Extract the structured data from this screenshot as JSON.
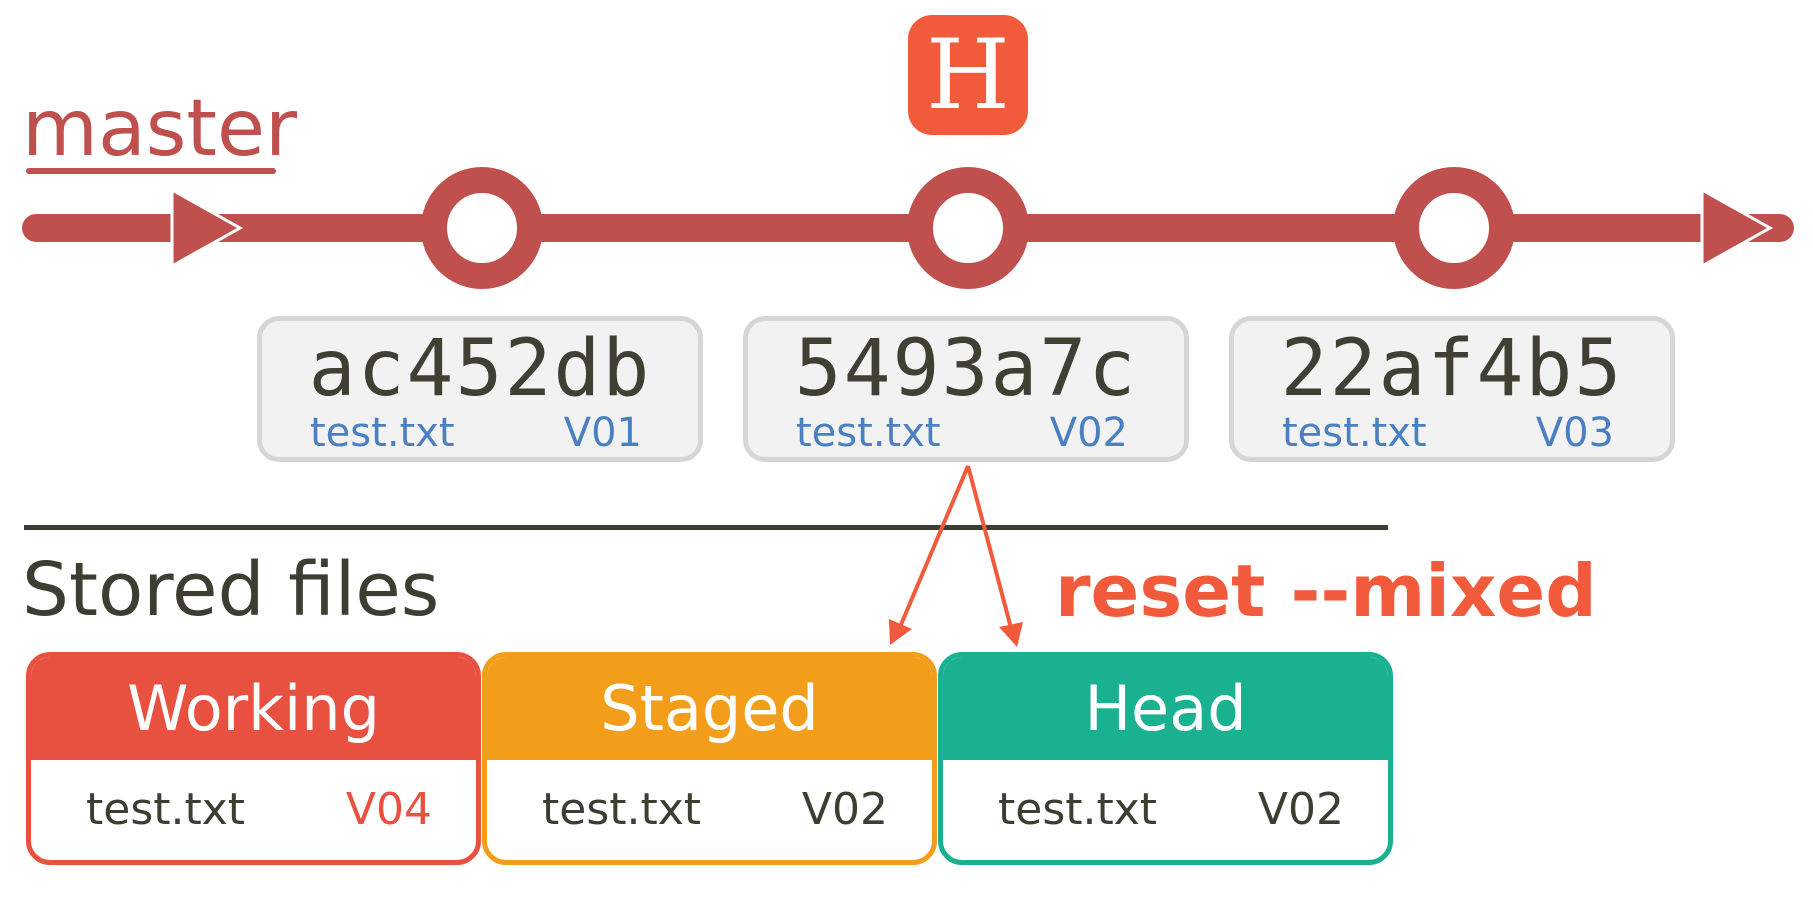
{
  "branch": {
    "label": "master"
  },
  "head_marker": {
    "label": "H",
    "position_commit": 1
  },
  "colors": {
    "branch_line": "#c0504d",
    "head_marker": "#f15a3a",
    "commit_text": "#4a7fc1",
    "working": "#e8513f",
    "staged": "#f29e1a",
    "head": "#1ab190",
    "dark_text": "#3d3d31",
    "highlight": "#f15a3a"
  },
  "commits": [
    {
      "hash": "ac452db",
      "file": "test.txt",
      "version": "V01"
    },
    {
      "hash": "5493a7c",
      "file": "test.txt",
      "version": "V02"
    },
    {
      "hash": "22af4b5",
      "file": "test.txt",
      "version": "V03"
    }
  ],
  "stored_files": {
    "title": "Stored files",
    "command": "reset --mixed",
    "areas": [
      {
        "name": "Working",
        "file": "test.txt",
        "version": "V04",
        "color": "#e8513f",
        "version_color": "#e8513f"
      },
      {
        "name": "Staged",
        "file": "test.txt",
        "version": "V02",
        "color": "#f29e1a",
        "version_color": "#3d3d31"
      },
      {
        "name": "Head",
        "file": "test.txt",
        "version": "V02",
        "color": "#1ab190",
        "version_color": "#3d3d31"
      }
    ]
  }
}
